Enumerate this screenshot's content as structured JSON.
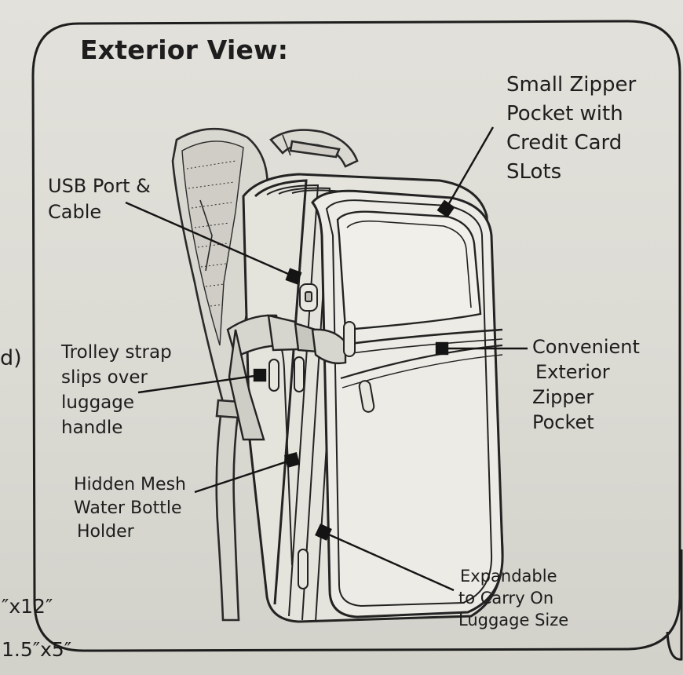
{
  "title": "Exterior View:",
  "callouts": {
    "small_pocket": [
      "Small Zipper",
      "Pocket with",
      "Credit Card",
      "SLots"
    ],
    "usb": [
      "USB Port &",
      "Cable"
    ],
    "trolley": [
      "Trolley strap",
      "slips over",
      "luggage",
      "handle"
    ],
    "convenient": [
      "Convenient",
      "Exterior",
      "Zipper",
      "Pocket"
    ],
    "mesh": [
      "Hidden Mesh",
      "Water Bottle",
      "Holder"
    ],
    "expandable": [
      "Expandable",
      "to Carry On",
      "Luggage Size"
    ]
  },
  "edge_fragments": {
    "left_paren": "d)",
    "dim_top": "″x12″",
    "dim_bottom": "1.5″x5″"
  }
}
